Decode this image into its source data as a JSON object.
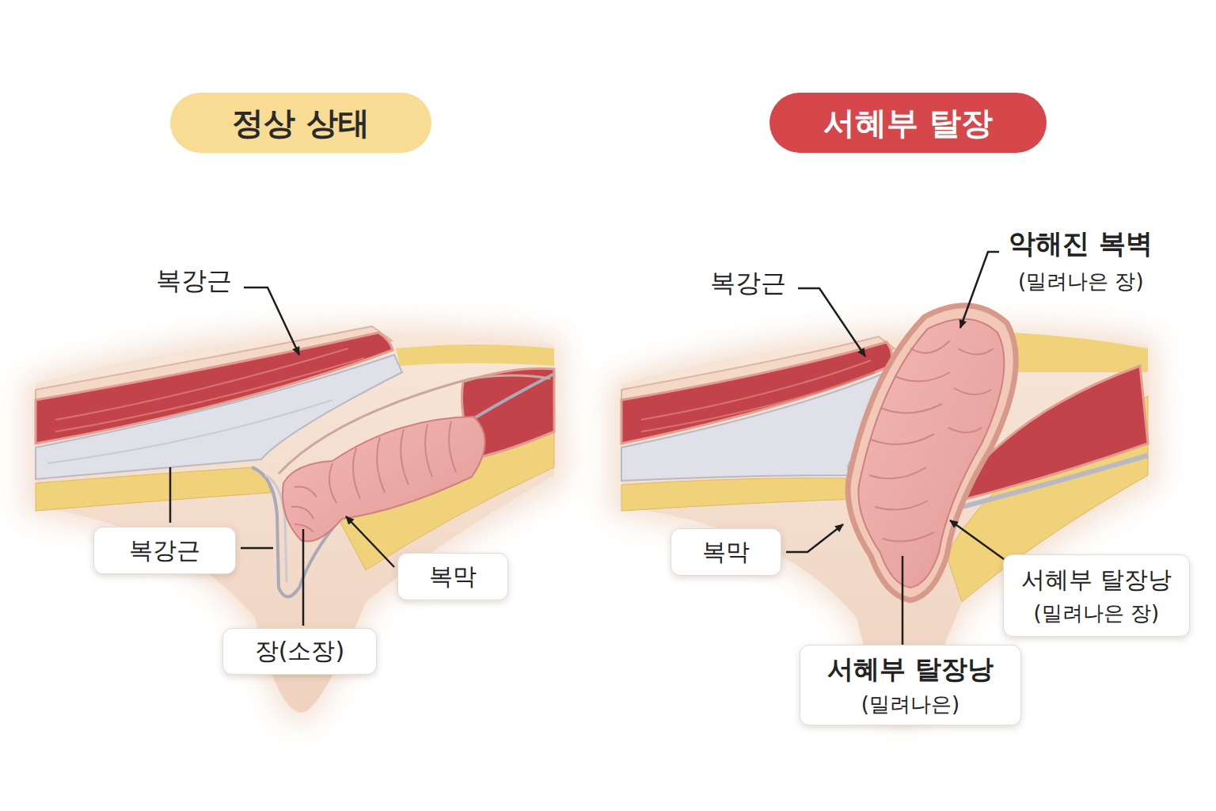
{
  "diagram": {
    "nodes": [
      {
        "text": [
          "정상 상태"
        ]
      },
      {
        "text": [
          "서혜부 탈장"
        ]
      },
      {
        "text": [
          "복강근"
        ]
      },
      {
        "text": [
          "복막"
        ]
      },
      {
        "text": [
          "장(소장)"
        ]
      },
      {
        "text": [
          "복막"
        ]
      },
      {
        "text": [
          "서혜부 탈장낭",
          "(밀려나은 장)"
        ]
      },
      {
        "text": [
          "서혜부 탈장낭",
          "(밀려나은)"
        ]
      }
    ],
    "labels": [
      "복강근",
      "복강근",
      "악해진 복벽",
      "(밀려나은 장)"
    ]
  }
}
